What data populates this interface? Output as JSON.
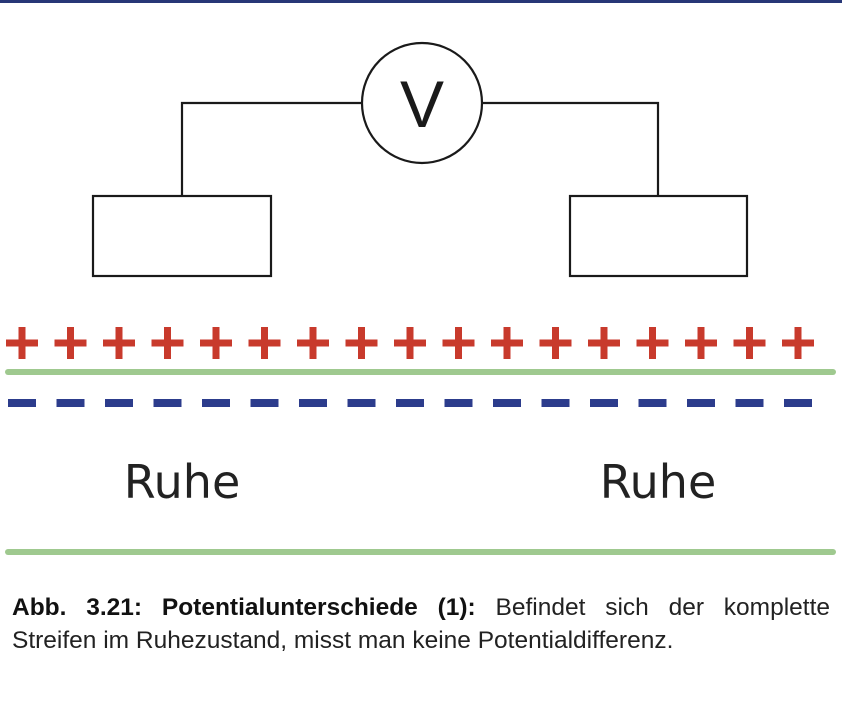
{
  "colors": {
    "top_rule": "#283777",
    "wire": "#1a1a1a",
    "plus": "#c83a2c",
    "minus": "#2c3c8c",
    "membrane": "#9fc98f"
  },
  "voltmeter": {
    "symbol": "V"
  },
  "charges": {
    "plus_symbol": "+",
    "plus_count": 17,
    "minus_symbol": "—",
    "minus_count": 17
  },
  "regions": {
    "left_label": "Ruhe",
    "right_label": "Ruhe"
  },
  "caption": {
    "label": "Abb. 3.21: Potentialunterschiede (1):",
    "text": " Befindet sich der komplette Streifen im Ruhezustand, misst man keine Potentialdifferenz."
  }
}
